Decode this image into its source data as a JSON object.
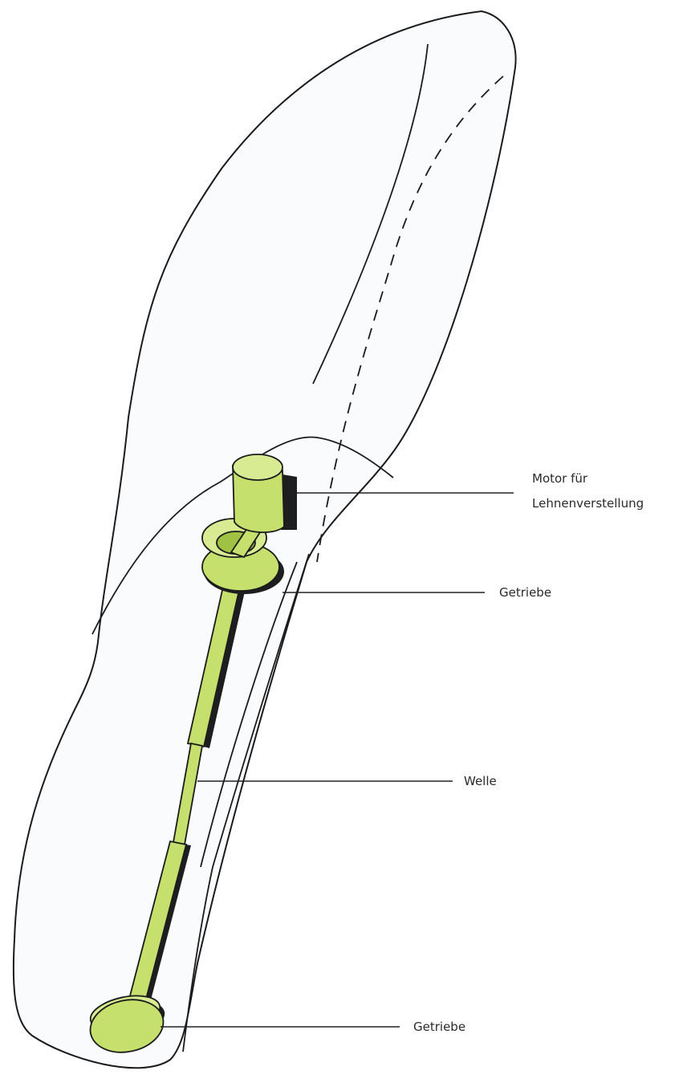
{
  "colors": {
    "part_fill": "#c5e06c",
    "part_fill_light": "#d8eb92",
    "part_fill_dark": "#9fc245",
    "shadow": "#1e1e1e",
    "outline": "#1b1b1b",
    "leader": "#222222"
  },
  "labels": {
    "motor_line1": "Motor für",
    "motor_line2": "Lehnenverstellung",
    "gear_upper": "Getriebe",
    "shaft": "Welle",
    "gear_lower": "Getriebe"
  }
}
